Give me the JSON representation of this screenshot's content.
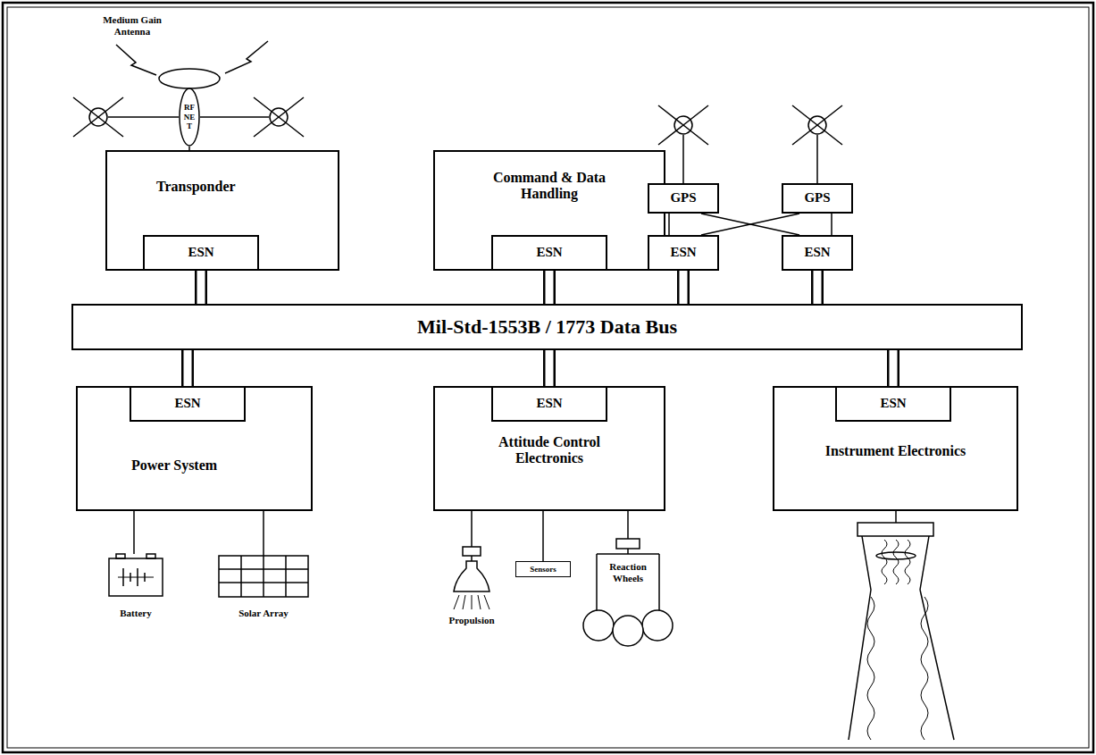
{
  "diagram": {
    "nodes": [
      {
        "text": [
          "RF NE T"
        ]
      },
      {
        "text": [
          "Transponder"
        ]
      },
      {
        "text": [
          "ESN"
        ],
        "in": 1
      },
      {
        "text": [
          "Command & Data Handling"
        ]
      },
      {
        "text": [
          "ESN"
        ],
        "in": 3
      },
      {
        "text": [
          "GPS"
        ]
      },
      {
        "text": [
          "GPS"
        ]
      },
      {
        "text": [
          "ESN"
        ]
      },
      {
        "text": [
          "ESN"
        ]
      },
      {
        "text": [
          "Mil-Std-1553B / 1773 Data Bus"
        ]
      },
      {
        "text": [
          "Power System"
        ]
      },
      {
        "text": [
          "ESN"
        ],
        "in": 10
      },
      {
        "text": [
          "Attitude Control Electronics"
        ]
      },
      {
        "text": [
          "ESN"
        ],
        "in": 12
      },
      {
        "text": [
          "Instrument Electronics"
        ]
      },
      {
        "text": [
          "ESN"
        ],
        "in": 14
      },
      {
        "text": [
          "Sensors"
        ]
      }
    ],
    "edges": [
      {
        "from": 0,
        "to": 1,
        "arrow": "none"
      },
      {
        "from": 2,
        "to": 9,
        "arrow": "none"
      },
      {
        "from": 4,
        "to": 9,
        "arrow": "none"
      },
      {
        "from": 5,
        "to": 7,
        "arrow": "none"
      },
      {
        "from": 5,
        "to": 8,
        "arrow": "none"
      },
      {
        "from": 6,
        "to": 7,
        "arrow": "none"
      },
      {
        "from": 6,
        "to": 8,
        "arrow": "none"
      },
      {
        "from": 7,
        "to": 9,
        "arrow": "none"
      },
      {
        "from": 8,
        "to": 9,
        "arrow": "none"
      },
      {
        "from": 9,
        "to": 11,
        "arrow": "none"
      },
      {
        "from": 9,
        "to": 13,
        "arrow": "none"
      },
      {
        "from": 9,
        "to": 15,
        "arrow": "none"
      },
      {
        "from": 12,
        "to": 16,
        "arrow": "none"
      }
    ],
    "labels": [
      "Medium Gain Antenna",
      "Battery",
      "Solar Array",
      "Propulsion",
      "Reaction Wheels"
    ]
  }
}
